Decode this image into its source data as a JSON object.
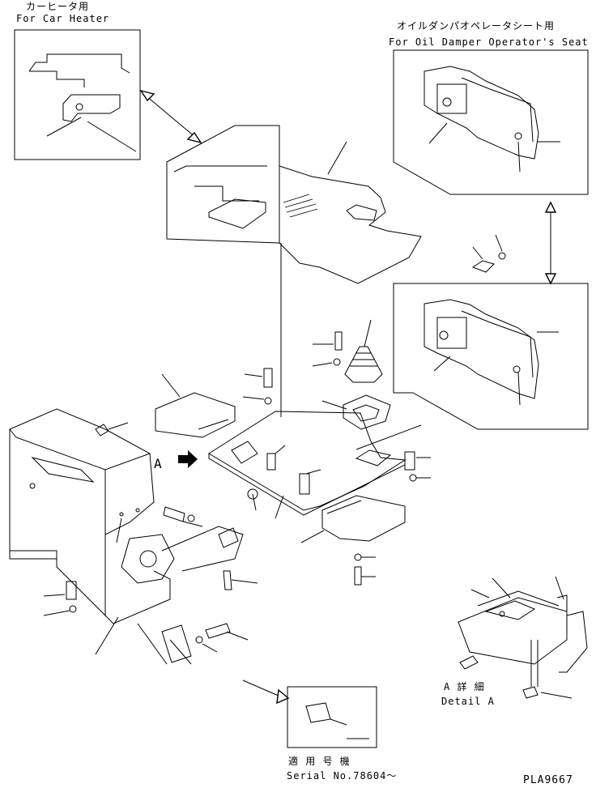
{
  "labels": {
    "car_heater_jp": "カーヒータ用",
    "car_heater_en": "For Car Heater",
    "oil_damper_jp": "オイルダンパオペレータシート用",
    "oil_damper_en": "For Oil Damper Operator's Seat",
    "view_marker": "A",
    "detail_jp": "A 詳 細",
    "detail_en": "Detail A",
    "serial_jp": "適 用 号 機",
    "serial_en": "Serial No.78604～",
    "drawing_code": "PLA9667"
  }
}
